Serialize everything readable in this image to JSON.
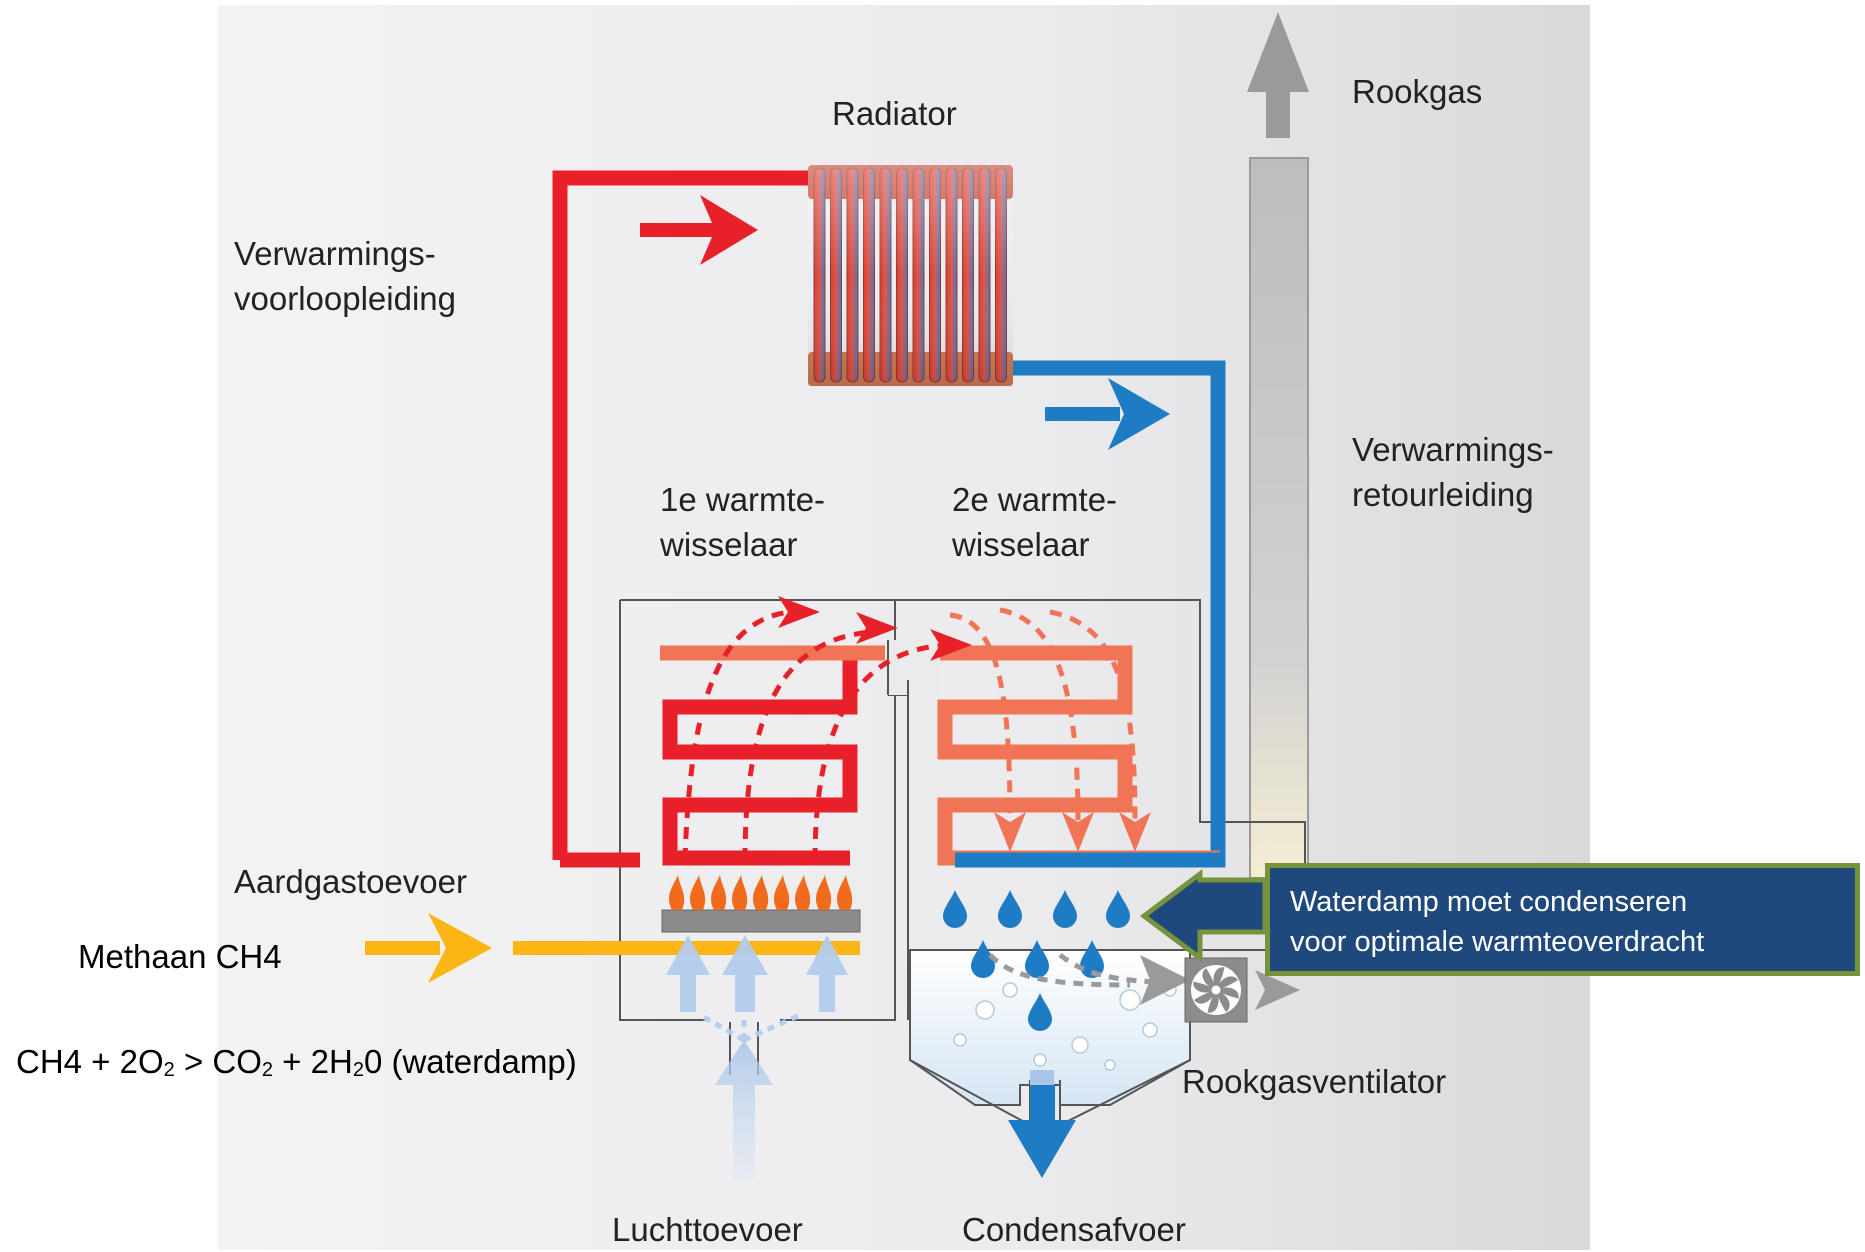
{
  "labels": {
    "radiator": "Radiator",
    "rookgas": "Rookgas",
    "voorloop_line1": "Verwarmings-",
    "voorloop_line2": "voorloopleiding",
    "retour_line1": "Verwarmings-",
    "retour_line2": "retourleiding",
    "wisselaar1_line1": "1e warmte-",
    "wisselaar1_line2": "wisselaar",
    "wisselaar2_line1": "2e warmte-",
    "wisselaar2_line2": "wisselaar",
    "aardgastoevoer": "Aardgastoevoer",
    "rookgasventilator": "Rookgasventilator",
    "luchttoevoer": "Luchttoevoer",
    "condensafvoer": "Condensafvoer"
  },
  "annotations": {
    "methaan": "Methaan CH4",
    "formula": {
      "p1": "CH4 + 2O",
      "s1": "2",
      "p2": " > CO",
      "s2": "2",
      "p3": " + 2H",
      "s3": "2",
      "p4": "0 (waterdamp)"
    },
    "callout_line1": "Waterdamp moet condenseren",
    "callout_line2": "voor optimale warmteoverdracht"
  },
  "colors": {
    "hot_pipe": "#e8202a",
    "warm_pipe": "#f07455",
    "cold_pipe": "#1e7cc4",
    "gas": "#fbb615",
    "flue": "#9a9a9a",
    "callout_bg": "#1f497d",
    "callout_border": "#77933c"
  }
}
